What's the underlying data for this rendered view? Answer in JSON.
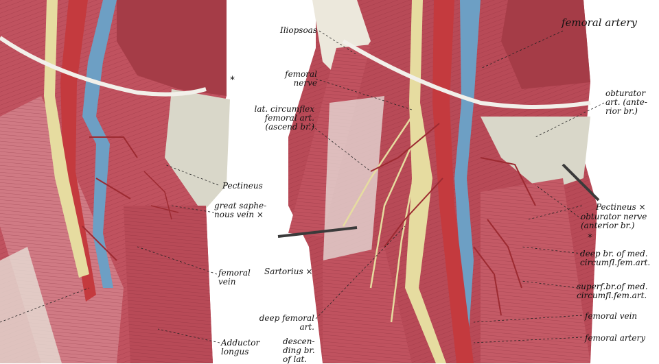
{
  "labels": {
    "femoral_artery_top": "femoral artery",
    "iliopsoas": "Iliopsoas",
    "femoral_nerve": "femoral\nnerve",
    "lat_circumflex": "lat. circumflex\nfemoral art.\n(ascend br.)",
    "obturator_art": "obturator\nart. (ante-\nrior br.)",
    "pectineus_left": "Pectineus",
    "great_saphenous": "great saphe-\nnous vein ×",
    "pectineus_right": "Pectineus ×",
    "obturator_nerve": "obturator nerve\n(anterior br.)",
    "sartorius": "Sartorius ×",
    "femoral_vein_left": "femoral\nvein",
    "deep_br_med": "deep br. of med.\ncircumfl.fem.art.",
    "superf_br_med": "superf.br.of med.\ncircumfl.fem.art.",
    "deep_femoral_art": "deep femoral\nart.",
    "femoral_vein_right": "femoral vein",
    "adductor_longus": "Adductor\nlongus",
    "descending_br": "descen-\nding br.\nof lat.",
    "femoral_artery_bottom": "femoral artery"
  },
  "markers": {
    "asterisk": "*",
    "cross": "×"
  },
  "colors": {
    "background": "#ffffff",
    "muscle": "#c0525f",
    "muscle_dark": "#8f2c3a",
    "muscle_light": "#d9868f",
    "artery": "#c43a3e",
    "vein": "#6d9fc4",
    "nerve": "#e6dca0",
    "fascia": "#d9d7c9",
    "tendon": "#ece8dc"
  }
}
